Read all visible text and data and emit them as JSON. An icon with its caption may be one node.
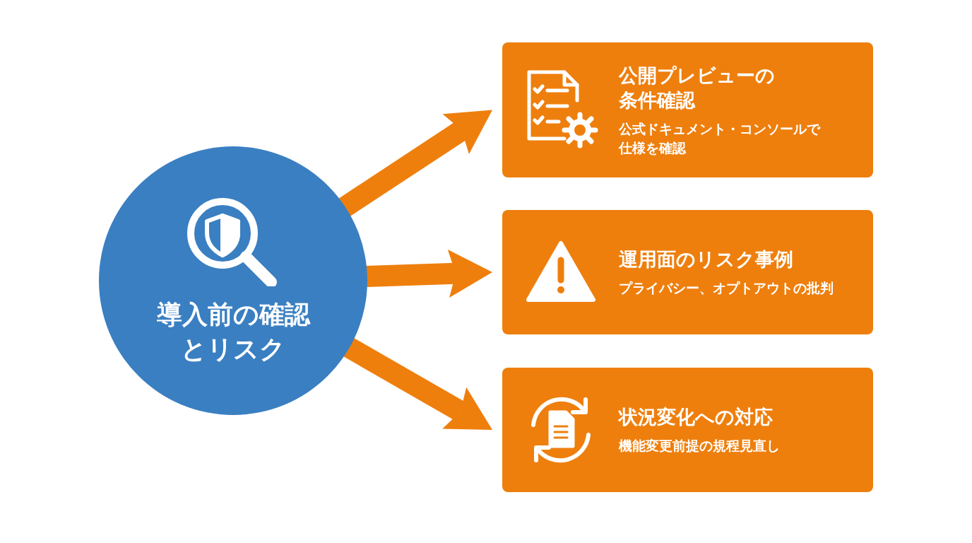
{
  "diagram": {
    "nodes": [
      {
        "text": [
          "導入前の確認とリスク"
        ]
      },
      {
        "text": [
          "公開プレビューの条件確認",
          "公式ドキュメント・コンソールで仕様を確認"
        ]
      },
      {
        "text": [
          "運用面のリスク事例",
          "プライバシー、オプトアウトの批判"
        ]
      },
      {
        "text": [
          "状況変化への対応",
          "機能変更前提の規程見直し"
        ]
      }
    ],
    "edges": [
      {
        "from": 0,
        "to": 1,
        "arrow": "to"
      },
      {
        "from": 0,
        "to": 2,
        "arrow": "to"
      },
      {
        "from": 0,
        "to": 3,
        "arrow": "to"
      }
    ]
  }
}
